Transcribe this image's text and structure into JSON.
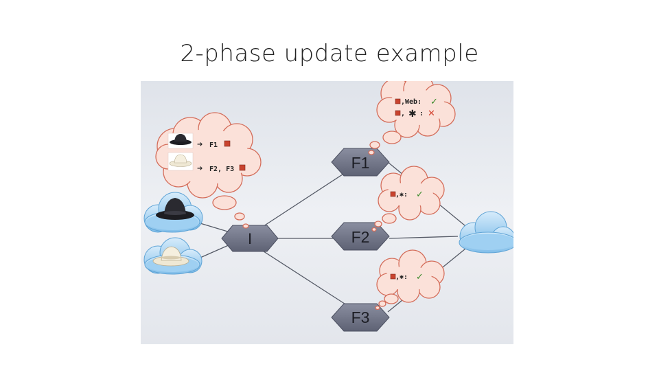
{
  "title": "2-phase update example",
  "switches": {
    "ingress": "I",
    "f1": "F1",
    "f2": "F2",
    "f3": "F3"
  },
  "ingress_rules": {
    "black_hat_target": "F1",
    "white_hat_target": "F2, F3",
    "arrow": "➔"
  },
  "f1_rules": {
    "rule1_match": ",Web:",
    "rule1_status": "✓",
    "rule2_match": ",",
    "rule2_star": "✱",
    "rule2_colon": ":",
    "rule2_status": "✕"
  },
  "f2_rules": {
    "match": ",✱:",
    "status": "✓"
  },
  "f3_rules": {
    "match": ",✱:",
    "status": "✓"
  },
  "colors": {
    "cloud_blue": "#8fc7ee",
    "bubble_pink": "#fbe1d9",
    "switch_gray": "#6b6f82",
    "tag_red": "#c9432e",
    "check_green": "#3a8a2a",
    "cross_red": "#d3422f"
  },
  "icons": [
    "black-hat-icon",
    "white-hat-icon",
    "cloud-icon",
    "check-icon",
    "cross-icon"
  ]
}
